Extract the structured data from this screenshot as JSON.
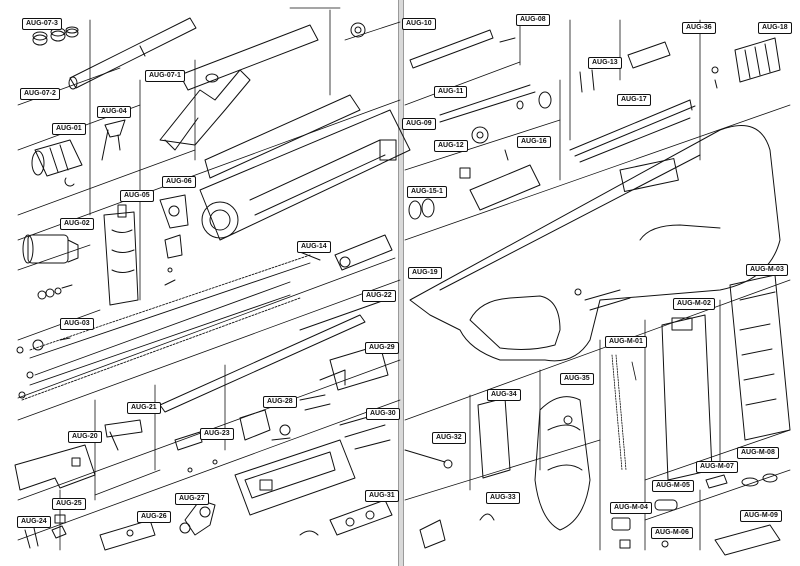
{
  "colors": {
    "ink": "#111111",
    "paper": "#ffffff",
    "spine": "#d9d9d9"
  },
  "left_page": {
    "labels": {
      "aug_07_3": "AUG-07-3",
      "aug_07_2": "AUG-07-2",
      "aug_07_1": "AUG-07-1",
      "aug_04": "AUG-04",
      "aug_01": "AUG-01",
      "aug_05": "AUG-05",
      "aug_06": "AUG-06",
      "aug_02": "AUG-02",
      "aug_14": "AUG-14",
      "aug_03": "AUG-03",
      "aug_22": "AUG-22",
      "aug_29": "AUG-29",
      "aug_21": "AUG-21",
      "aug_28": "AUG-28",
      "aug_30": "AUG-30",
      "aug_23": "AUG-23",
      "aug_20": "AUG-20",
      "aug_31": "AUG-31",
      "aug_25": "AUG-25",
      "aug_27": "AUG-27",
      "aug_24": "AUG-24",
      "aug_26": "AUG-26"
    }
  },
  "right_page": {
    "labels": {
      "aug_10": "AUG-10",
      "aug_08": "AUG-08",
      "aug_36": "AUG-36",
      "aug_18": "AUG-18",
      "aug_13": "AUG-13",
      "aug_11": "AUG-11",
      "aug_17": "AUG-17",
      "aug_09": "AUG-09",
      "aug_12": "AUG-12",
      "aug_16": "AUG-16",
      "aug_15_1": "AUG-15-1",
      "aug_19": "AUG-19",
      "aug_m_03": "AUG-M-03",
      "aug_m_02": "AUG-M-02",
      "aug_m_01": "AUG-M-01",
      "aug_35": "AUG-35",
      "aug_34": "AUG-34",
      "aug_32": "AUG-32",
      "aug_m_07": "AUG-M-07",
      "aug_m_08": "AUG-M-08",
      "aug_m_05": "AUG-M-05",
      "aug_33": "AUG-33",
      "aug_m_04": "AUG-M-04",
      "aug_m_06": "AUG-M-06",
      "aug_m_09": "AUG-M-09"
    }
  }
}
